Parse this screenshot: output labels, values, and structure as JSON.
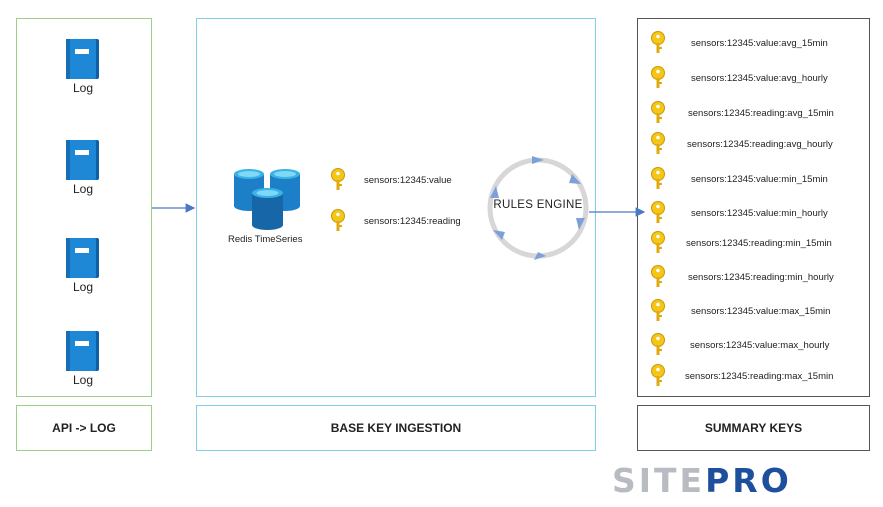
{
  "log_panel": {
    "items": [
      "Log",
      "Log",
      "Log",
      "Log"
    ],
    "footer_label": "API -> LOG"
  },
  "base_panel": {
    "redis_label": "Redis TimeSeries",
    "keys": [
      "sensors:12345:value",
      "sensors:12345:reading"
    ],
    "rules_engine_label": "RULES ENGINE",
    "footer_label": "BASE KEY INGESTION"
  },
  "summary_panel": {
    "keys": [
      "sensors:12345:value:avg_15min",
      "sensors:12345:value:avg_hourly",
      "sensors:12345:reading:avg_15min",
      "sensors:12345:reading:avg_hourly",
      "sensors:12345:value:min_15min",
      "sensors:12345:value:min_hourly",
      "sensors:12345:reading:min_15min",
      "sensors:12345:reading:min_hourly",
      "sensors:12345:value:max_15min",
      "sensors:12345:value:max_hourly",
      "sensors:12345:reading:max_15min"
    ],
    "footer_label": "SUMMARY KEYS"
  },
  "logo": {
    "part1": "SITE",
    "part2": "PRO"
  },
  "colors": {
    "log_border": "#9ccf8a",
    "base_border": "#7fd0e4",
    "summary_border": "#555555",
    "arrow": "#4a78c2",
    "key_fill": "#f5c518",
    "book_blue": "#1e88d6",
    "cylinder_blue": "#1d7fc7"
  },
  "icons": [
    "book-icon",
    "database-icon",
    "key-icon",
    "cycle-icon"
  ]
}
